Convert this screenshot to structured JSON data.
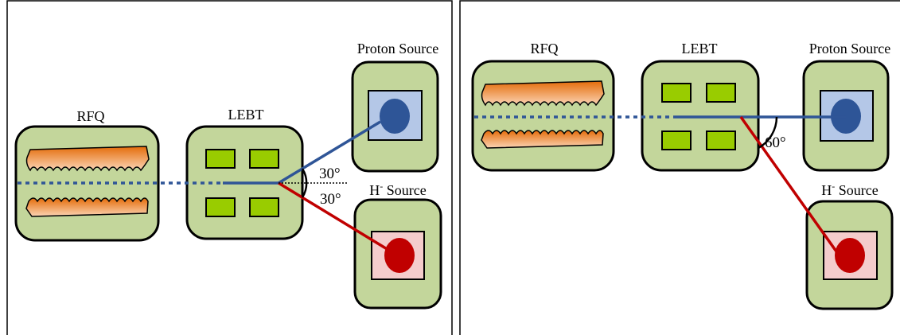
{
  "colors": {
    "box_fill": "#c3d69b",
    "box_stroke": "#000000",
    "quadrupole": "#99cc00",
    "vane_top": "#e46c0a",
    "vane_bottom": "#fbd4b4",
    "proton_beam": "#2f5597",
    "proton_window": "#b4c7e7",
    "proton_blob": "#2e5597",
    "hminus_beam": "#c00000",
    "hminus_window": "#f4cccc",
    "hminus_blob": "#c00000"
  },
  "panel_left": {
    "rfq_label": "RFQ",
    "lebt_label": "LEBT",
    "proton_label": "Proton Source",
    "hminus_label_prefix": "H",
    "hminus_label_sup": "-",
    "hminus_label_suffix": " Source",
    "angle_top": "30°",
    "angle_bottom": "30°"
  },
  "panel_right": {
    "rfq_label": "RFQ",
    "lebt_label": "LEBT",
    "proton_label": "Proton Source",
    "hminus_label_prefix": "H",
    "hminus_label_sup": "-",
    "hminus_label_suffix": " Source",
    "angle": "60°"
  }
}
